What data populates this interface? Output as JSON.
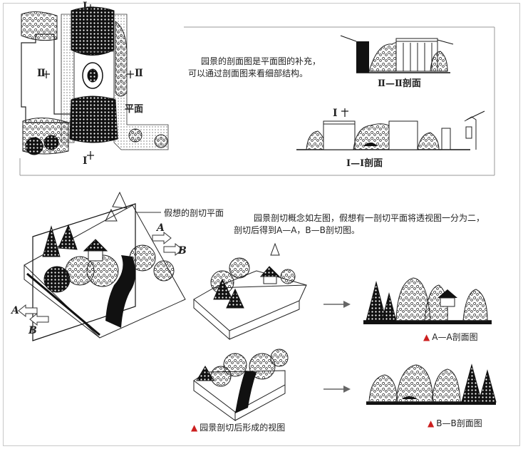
{
  "top": {
    "description_line1": "园景的剖面图是平面图的补充，",
    "description_line2": "可以通过剖面图来看细部结构。",
    "plan_label": "平面",
    "section_22_label": "Ⅱ—Ⅱ剖面",
    "section_11_label": "Ⅰ—Ⅰ剖面",
    "marker_I": "Ⅰ",
    "marker_II": "Ⅱ"
  },
  "bottom": {
    "plane_label": "假想的剖切平面",
    "concept_line1": "园景剖切概念如左图，假想有一剖切平面将透视图一分为二，",
    "concept_line2": "剖切后得到A—A，B—B剖切图。",
    "letter_A": "A",
    "letter_B": "B",
    "caption_aa": "A—A剖面图",
    "caption_bb": "B—B剖面图",
    "caption_view": "园景剖切后形成的视图"
  },
  "colors": {
    "ink": "#1a1a1a",
    "marker_red": "#cc1f1f",
    "arrow_gray": "#666666",
    "frame_gray": "#c9c9c9"
  }
}
